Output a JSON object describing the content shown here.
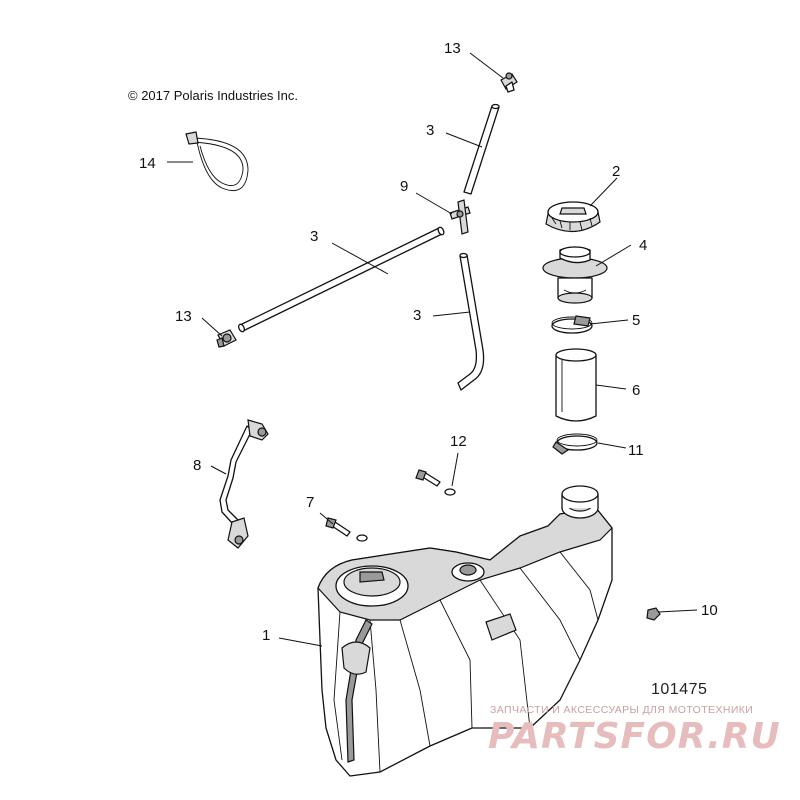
{
  "copyright": "© 2017 Polaris Industries Inc.",
  "drawing_number": "101475",
  "watermark": {
    "subtitle": "ЗАПЧАСТИ И АКСЕССУАРЫ ДЛЯ МОТОТЕХНИКИ",
    "logo": "PARTSFOR.RU"
  },
  "callouts": {
    "c13_top": "13",
    "c3_a": "3",
    "c14": "14",
    "c9": "9",
    "c2": "2",
    "c3_b": "3",
    "c4": "4",
    "c13_left": "13",
    "c3_c": "3",
    "c5": "5",
    "c6": "6",
    "c12": "12",
    "c8": "8",
    "c11": "11",
    "c7": "7",
    "c10": "10",
    "c1": "1"
  },
  "parts": [
    {
      "number": "1",
      "name": "fuel-tank"
    },
    {
      "number": "2",
      "name": "fuel-cap"
    },
    {
      "number": "3",
      "name": "vent-hose"
    },
    {
      "number": "4",
      "name": "filler-neck"
    },
    {
      "number": "5",
      "name": "hose-clamp"
    },
    {
      "number": "6",
      "name": "filler-hose"
    },
    {
      "number": "7",
      "name": "bolt"
    },
    {
      "number": "8",
      "name": "fuel-line"
    },
    {
      "number": "9",
      "name": "tee-fitting"
    },
    {
      "number": "10",
      "name": "nut"
    },
    {
      "number": "11",
      "name": "hose-clamp"
    },
    {
      "number": "12",
      "name": "bolt-washer"
    },
    {
      "number": "13",
      "name": "check-valve"
    },
    {
      "number": "14",
      "name": "cable-tie"
    }
  ]
}
